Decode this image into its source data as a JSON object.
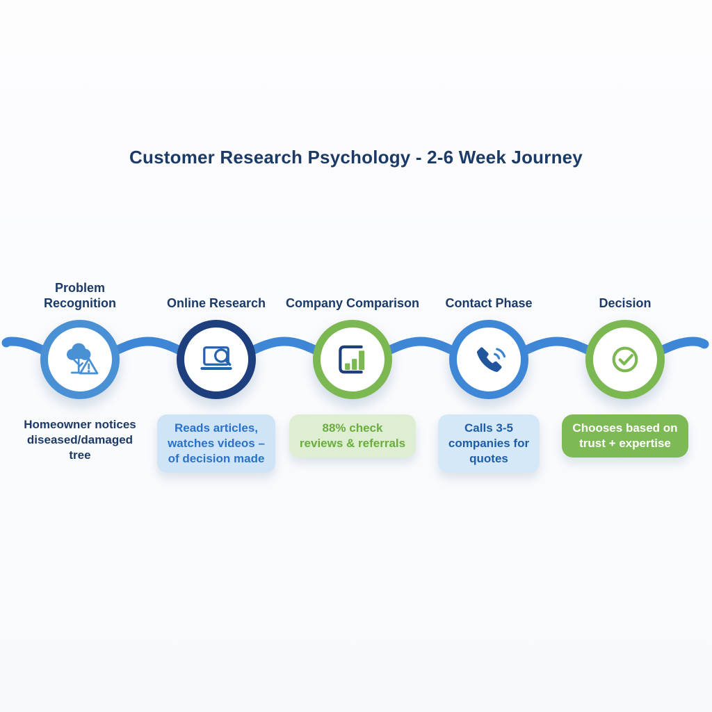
{
  "title": "Customer Research Psychology - 2-6 Week Journey",
  "stages": [
    {
      "label": [
        "Problem",
        "Recognition"
      ],
      "icon": "tree-warning-icon",
      "ring_color": "#4a90d5",
      "caption": [
        "Homeowner notices",
        "diseased/damaged",
        "tree"
      ],
      "caption_style": "plain"
    },
    {
      "label": [
        "Online Research"
      ],
      "icon": "laptop-search-icon",
      "ring_color": "#1e3f7d",
      "caption": [
        "Reads articles,",
        "watches videos –",
        "of decision made"
      ],
      "caption_style": "light-blue-box"
    },
    {
      "label": [
        "Company Comparison"
      ],
      "icon": "bar-chart-icon",
      "ring_color": "#7cb851",
      "caption": [
        "88% check",
        "reviews & referrals"
      ],
      "caption_style": "light-green-box"
    },
    {
      "label": [
        "Contact Phase"
      ],
      "icon": "phone-icon",
      "ring_color": "#3e86d6",
      "caption": [
        "Calls 3-5",
        "companies for",
        "quotes"
      ],
      "caption_style": "light-blue-box"
    },
    {
      "label": [
        "Decision"
      ],
      "icon": "check-circle-icon",
      "ring_color": "#7cb851",
      "caption": [
        "Chooses based on",
        "trust + expertise"
      ],
      "caption_style": "solid-green-box"
    }
  ],
  "colors": {
    "title_text": "#1c3a66",
    "wave_line": "#3e86d6",
    "ring_blue": "#4a90d5",
    "ring_navy": "#1e3f7d",
    "ring_green": "#7cb851",
    "box_blue_bg": "#cfe4f7",
    "box_blue_text": "#2a72c7",
    "box_green_bg": "#ddeed2",
    "box_green_text": "#69ad3d",
    "box_solid_green_bg": "#7db954",
    "box_solid_green_text": "#ffffff",
    "plain_caption_text": "#1e3a66"
  }
}
